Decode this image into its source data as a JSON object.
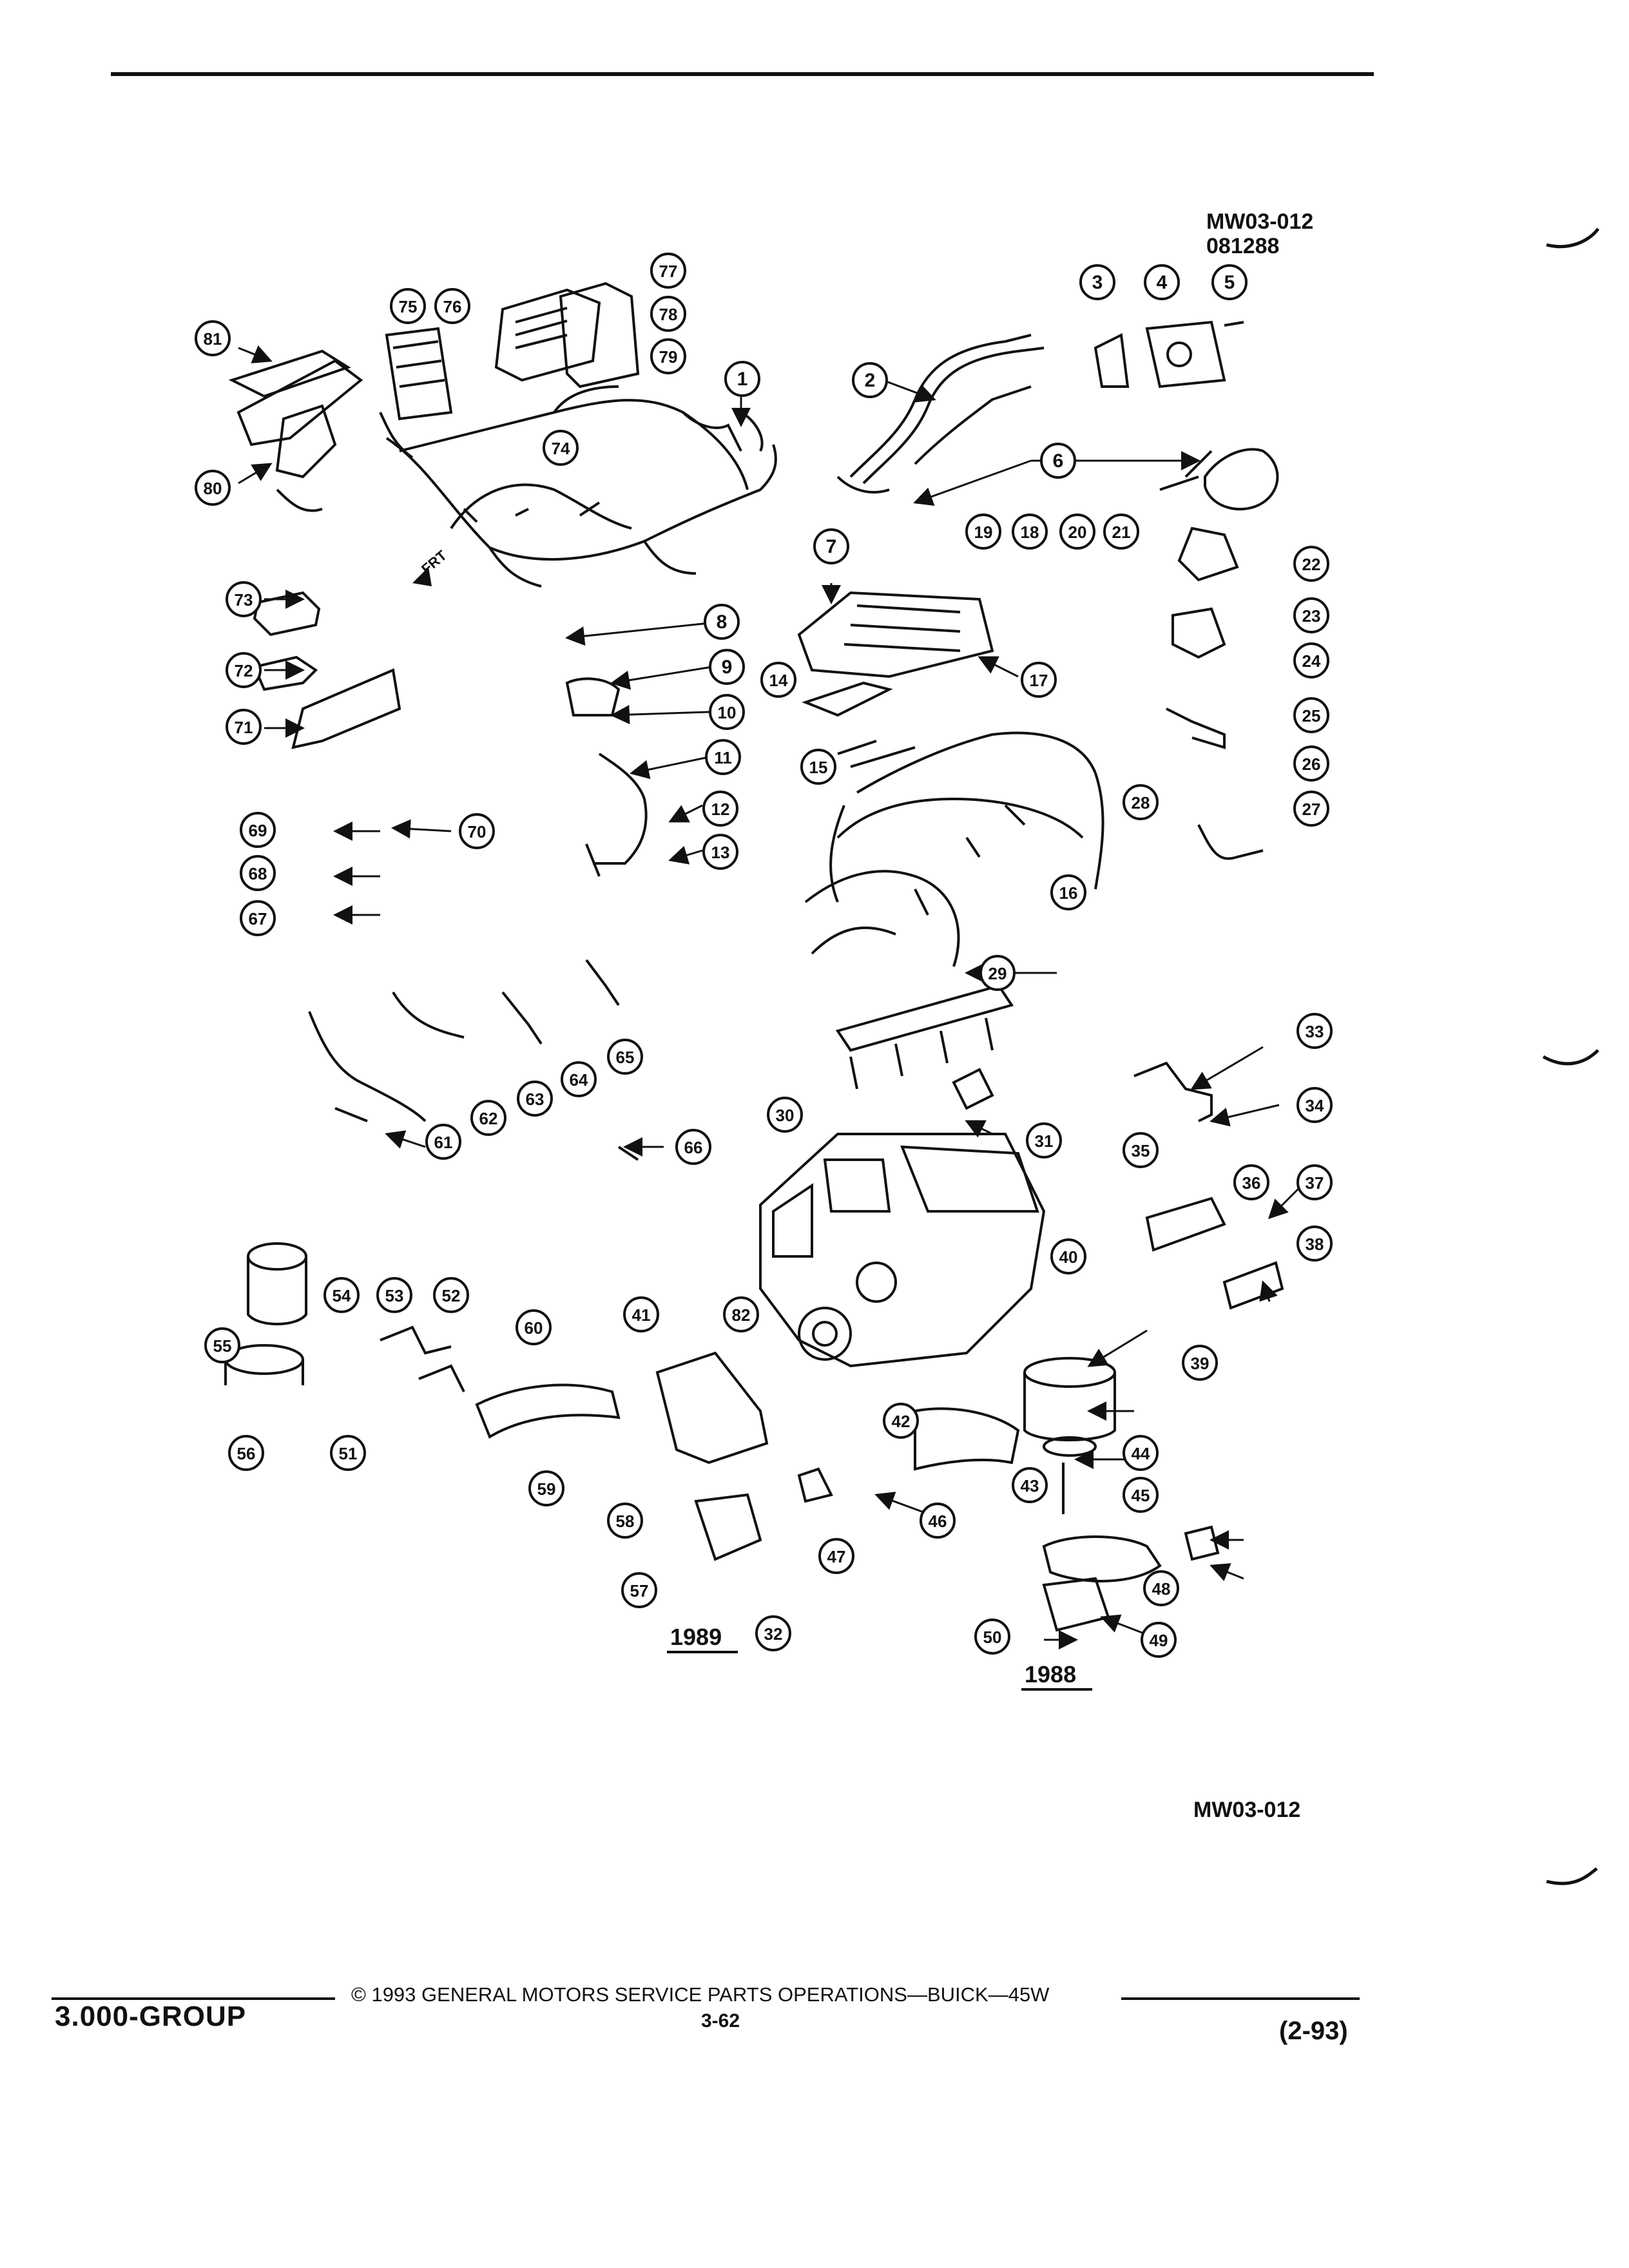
{
  "drawing": {
    "id_top": "MW03-012",
    "date_code": "081288",
    "id_bottom": "MW03-012",
    "front_marker": "FRT"
  },
  "years": {
    "left": "1989",
    "right": "1988"
  },
  "footer": {
    "group": "3.000-GROUP",
    "copyright": "© 1993 GENERAL MOTORS SERVICE PARTS OPERATIONS—BUICK—45W",
    "page": "3-62",
    "revision": "(2-93)"
  },
  "callouts": [
    "1",
    "2",
    "3",
    "4",
    "5",
    "6",
    "7",
    "8",
    "9",
    "10",
    "11",
    "12",
    "13",
    "14",
    "15",
    "16",
    "17",
    "18",
    "19",
    "20",
    "21",
    "22",
    "23",
    "24",
    "25",
    "26",
    "27",
    "28",
    "29",
    "30",
    "31",
    "32",
    "33",
    "34",
    "35",
    "36",
    "37",
    "38",
    "39",
    "40",
    "41",
    "42",
    "43",
    "44",
    "45",
    "46",
    "47",
    "48",
    "49",
    "50",
    "51",
    "52",
    "53",
    "54",
    "55",
    "56",
    "57",
    "58",
    "59",
    "60",
    "61",
    "62",
    "63",
    "64",
    "65",
    "66",
    "67",
    "68",
    "69",
    "70",
    "71",
    "72",
    "73",
    "74",
    "75",
    "76",
    "77",
    "78",
    "79",
    "80",
    "81",
    "82"
  ],
  "colors": {
    "ink": "#111111",
    "paper": "#ffffff"
  }
}
